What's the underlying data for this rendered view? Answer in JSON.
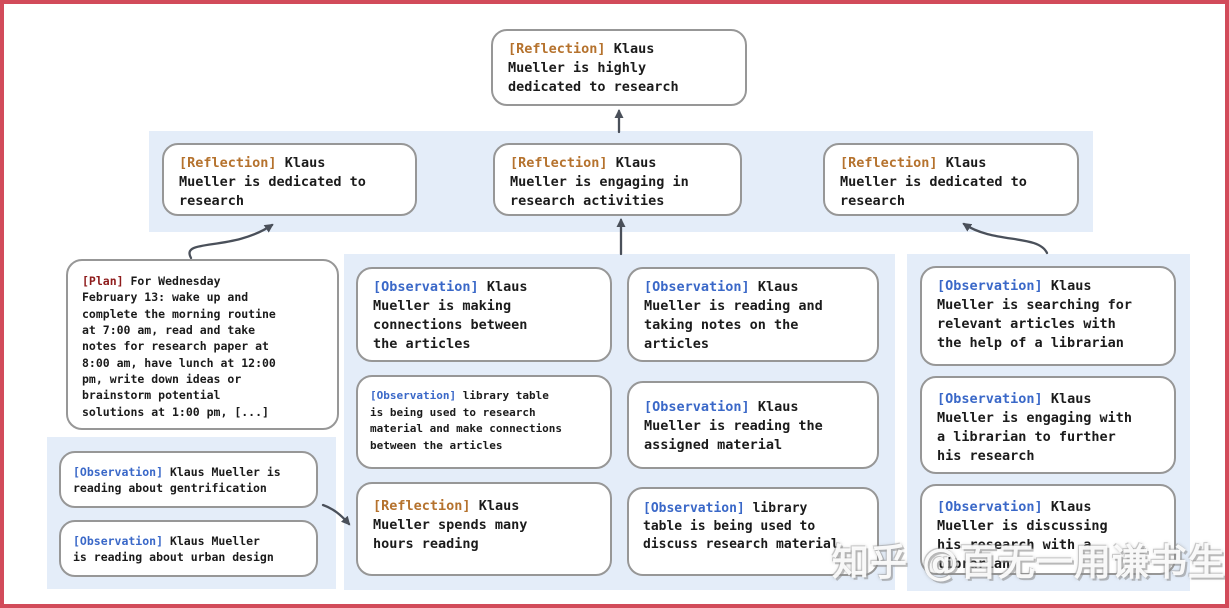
{
  "colors": {
    "frame_border": "#d24b5a",
    "band_background": "#e4edf9",
    "node_border": "#979797",
    "node_background": "#ffffff",
    "text": "#1b1b1b",
    "reflection_tag": "#b5722d",
    "plan_tag": "#8e1b1b",
    "observation_tag": "#3a68c8",
    "arrow": "#4a505a"
  },
  "nodes": {
    "root": {
      "tag": "[Reflection]",
      "text": "Klaus\nMueller is highly\ndedicated to research"
    },
    "r2_left": {
      "tag": "[Reflection]",
      "text": "Klaus\nMueller is dedicated to\nresearch"
    },
    "r2_mid": {
      "tag": "[Reflection]",
      "text": "Klaus\nMueller is engaging in\nresearch activities"
    },
    "r2_right": {
      "tag": "[Reflection]",
      "text": "Klaus\nMueller is dedicated to\nresearch"
    },
    "plan": {
      "tag": "[Plan]",
      "text": "For Wednesday\nFebruary 13: wake up and\ncomplete the morning routine\nat 7:00 am, read and take\nnotes for research paper at\n8:00 am, have lunch at 12:00\npm, write down ideas or\nbrainstorm potential\nsolutions at 1:00 pm, [...]"
    },
    "obs_gentrification": {
      "tag": "[Observation]",
      "text": "Klaus Mueller is\nreading about gentrification"
    },
    "obs_urban_design": {
      "tag": "[Observation]",
      "text": "Klaus Mueller\nis reading about urban design"
    },
    "obs_connections": {
      "tag": "[Observation]",
      "text": "Klaus\nMueller is making\nconnections between\nthe articles"
    },
    "obs_library_research": {
      "tag": "[Observation]",
      "text": "library table\nis being used to research\nmaterial and make connections\nbetween the articles"
    },
    "refl_hours": {
      "tag": "[Reflection]",
      "text": "Klaus\nMueller spends many\nhours reading"
    },
    "obs_taking_notes": {
      "tag": "[Observation]",
      "text": "Klaus\nMueller is reading and\ntaking notes on the\narticles"
    },
    "obs_assigned": {
      "tag": "[Observation]",
      "text": "Klaus\nMueller is reading the\nassigned material"
    },
    "obs_library_discuss": {
      "tag": "[Observation]",
      "text": "library\ntable is being used to\ndiscuss research material"
    },
    "obs_searching": {
      "tag": "[Observation]",
      "text": "Klaus\nMueller is searching for\nrelevant articles with\nthe help of a librarian"
    },
    "obs_engaging": {
      "tag": "[Observation]",
      "text": "Klaus\nMueller is engaging with\na librarian to further\nhis research"
    },
    "obs_discussing": {
      "tag": "[Observation]",
      "text": "Klaus\nMueller is discussing\nhis research with a\nlibrarian"
    }
  },
  "watermark": {
    "text": "知乎 @百无一用谦书生"
  }
}
